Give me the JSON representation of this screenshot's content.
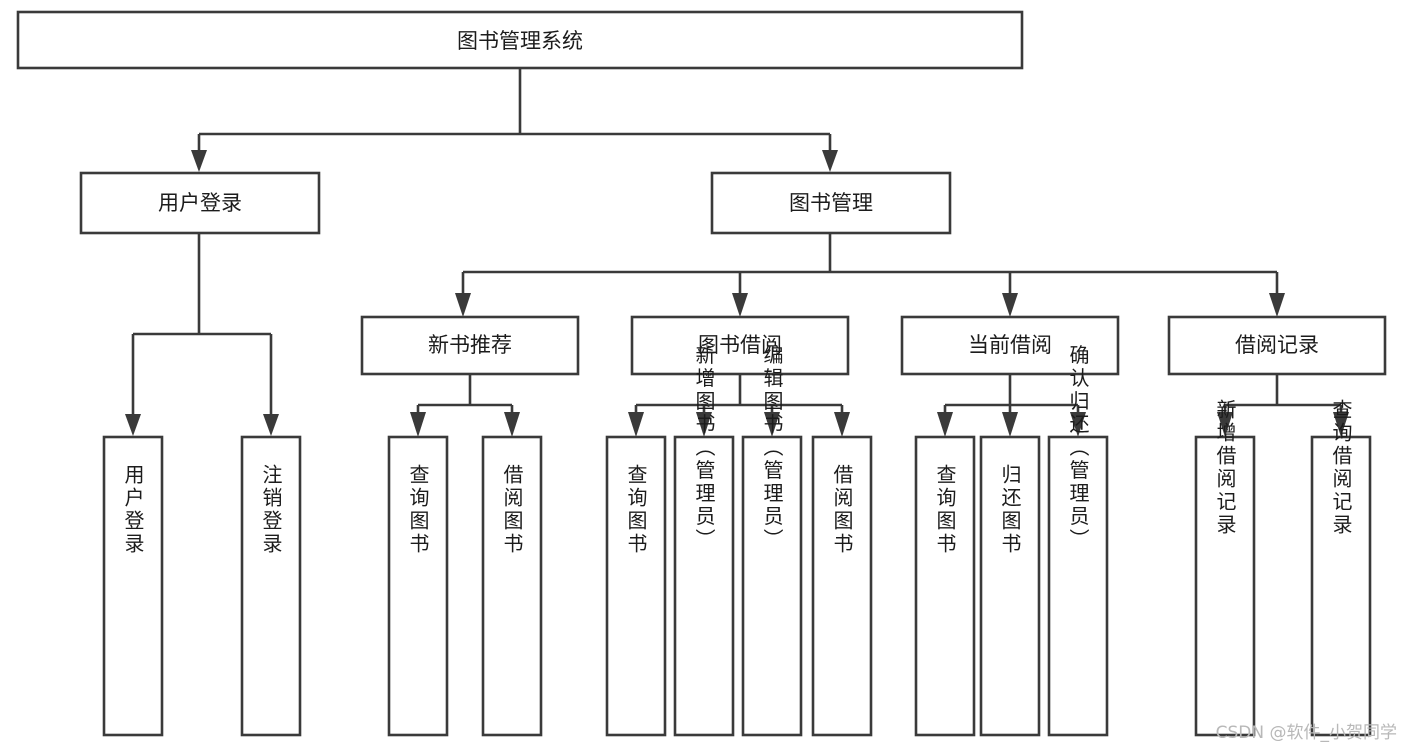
{
  "diagram": {
    "type": "tree",
    "title": "图书管理系统",
    "colors": {
      "background": "#ffffff",
      "box_fill": "#ffffff",
      "line": "#3a3a3a",
      "text": "#1c1c1c",
      "watermark": "#b8b8b8"
    },
    "root": {
      "label": "图书管理系统"
    },
    "level1": [
      {
        "label": "用户登录"
      },
      {
        "label": "图书管理"
      }
    ],
    "level2": [
      {
        "label": "新书推荐"
      },
      {
        "label": "图书借阅"
      },
      {
        "label": "当前借阅"
      },
      {
        "label": "借阅记录"
      }
    ],
    "leaves": {
      "user_login": [
        {
          "label": "用户登录"
        },
        {
          "label": "注销登录"
        }
      ],
      "new_book_recommend": [
        {
          "label": "查询图书"
        },
        {
          "label": "借阅图书"
        }
      ],
      "book_borrow": [
        {
          "label": "查询图书"
        },
        {
          "label": "新增图书（管理员）"
        },
        {
          "label": "编辑图书（管理员）"
        },
        {
          "label": "借阅图书"
        }
      ],
      "current_borrow": [
        {
          "label": "查询图书"
        },
        {
          "label": "归还图书"
        },
        {
          "label": "确认归还（管理员）"
        }
      ],
      "borrow_record": [
        {
          "label": "新增借阅记录"
        },
        {
          "label": "查询借阅记录"
        }
      ]
    }
  },
  "watermark": {
    "text": "CSDN @软件_小贺同学"
  }
}
